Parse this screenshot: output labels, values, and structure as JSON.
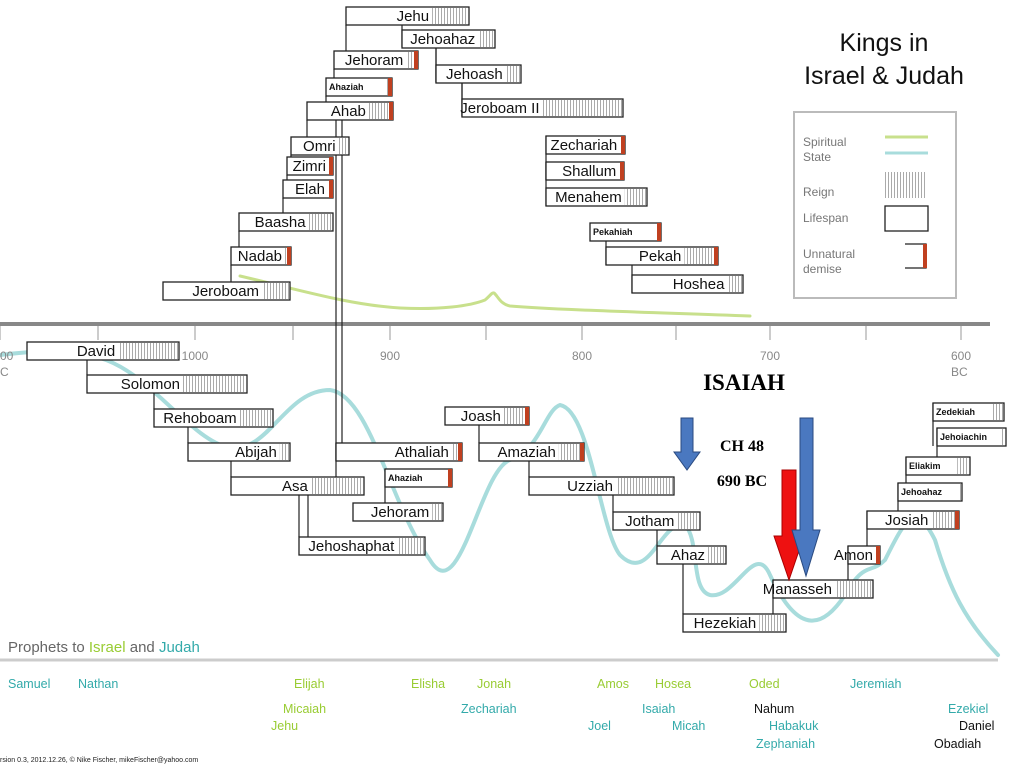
{
  "title": [
    "Kings in",
    "Israel & Judah"
  ],
  "legend": {
    "spiritual": [
      "Spiritual",
      "State"
    ],
    "reign": "Reign",
    "lifespan": "Lifespan",
    "demise": [
      "Unnatural",
      "demise"
    ]
  },
  "colors": {
    "israel_spirit": "#c8e08c",
    "judah_spirit": "#a8dcdc",
    "demise": "#c04020",
    "box_border": "#222222",
    "axis": "#888888",
    "arrow_blue": "#4a78c0",
    "arrow_red": "#ee1111",
    "israel_text": "#99cc33",
    "judah_text": "#33aaaa"
  },
  "axis": {
    "ticks": [
      {
        "label": "00",
        "sub": "C"
      },
      {
        "label": "1000",
        "sub": ""
      },
      {
        "label": "900",
        "sub": ""
      },
      {
        "label": "800",
        "sub": ""
      },
      {
        "label": "700",
        "sub": ""
      },
      {
        "label": "600",
        "sub": "BC"
      }
    ]
  },
  "annotations": {
    "isaiah": "ISAIAH",
    "chapter": "CH 48",
    "year": "690 BC"
  },
  "prophets_heading": {
    "prefix": "Prophets to ",
    "israel": "Israel",
    "and": " and ",
    "judah": "Judah"
  },
  "prophets": [
    {
      "name": "Samuel",
      "kingdom": "judah"
    },
    {
      "name": "Nathan",
      "kingdom": "judah"
    },
    {
      "name": "Elijah",
      "kingdom": "israel"
    },
    {
      "name": "Micaiah",
      "kingdom": "israel"
    },
    {
      "name": "Jehu",
      "kingdom": "israel"
    },
    {
      "name": "Elisha",
      "kingdom": "israel"
    },
    {
      "name": "Jonah",
      "kingdom": "israel"
    },
    {
      "name": "Zechariah",
      "kingdom": "judah"
    },
    {
      "name": "Amos",
      "kingdom": "israel"
    },
    {
      "name": "Hosea",
      "kingdom": "israel"
    },
    {
      "name": "Isaiah",
      "kingdom": "judah"
    },
    {
      "name": "Joel",
      "kingdom": "judah"
    },
    {
      "name": "Micah",
      "kingdom": "judah"
    },
    {
      "name": "Oded",
      "kingdom": "israel"
    },
    {
      "name": "Nahum",
      "kingdom": "other"
    },
    {
      "name": "Habakuk",
      "kingdom": "judah"
    },
    {
      "name": "Zephaniah",
      "kingdom": "judah"
    },
    {
      "name": "Jeremiah",
      "kingdom": "judah"
    },
    {
      "name": "Ezekiel",
      "kingdom": "judah"
    },
    {
      "name": "Daniel",
      "kingdom": "other"
    },
    {
      "name": "Obadiah",
      "kingdom": "other"
    }
  ],
  "footer": "rsion 0.3, 2012.12.26, © Nike Fischer, mikeFischer@yahoo.com",
  "israel_kings": [
    {
      "name": "Jeroboam",
      "demise": false
    },
    {
      "name": "Nadab",
      "demise": true
    },
    {
      "name": "Baasha",
      "demise": false
    },
    {
      "name": "Elah",
      "demise": true
    },
    {
      "name": "Zimri",
      "demise": true
    },
    {
      "name": "Omri",
      "demise": false
    },
    {
      "name": "Ahab",
      "demise": true
    },
    {
      "name": "Ahaziah",
      "demise": true
    },
    {
      "name": "Jehoram",
      "demise": true
    },
    {
      "name": "Jehu",
      "demise": false
    },
    {
      "name": "Jehoahaz",
      "demise": false
    },
    {
      "name": "Jehoash",
      "demise": false
    },
    {
      "name": "Jeroboam II",
      "demise": false
    },
    {
      "name": "Zechariah",
      "demise": true
    },
    {
      "name": "Shallum",
      "demise": true
    },
    {
      "name": "Menahem",
      "demise": false
    },
    {
      "name": "Pekahiah",
      "demise": true
    },
    {
      "name": "Pekah",
      "demise": true
    },
    {
      "name": "Hoshea",
      "demise": false
    }
  ],
  "judah_kings": [
    {
      "name": "David",
      "demise": false
    },
    {
      "name": "Solomon",
      "demise": false
    },
    {
      "name": "Rehoboam",
      "demise": false
    },
    {
      "name": "Abijah",
      "demise": false
    },
    {
      "name": "Asa",
      "demise": false
    },
    {
      "name": "Jehoshaphat",
      "demise": false
    },
    {
      "name": "Jehoram",
      "demise": false
    },
    {
      "name": "Ahaziah",
      "demise": true
    },
    {
      "name": "Athaliah",
      "demise": true
    },
    {
      "name": "Joash",
      "demise": true
    },
    {
      "name": "Amaziah",
      "demise": true
    },
    {
      "name": "Uzziah",
      "demise": false
    },
    {
      "name": "Jotham",
      "demise": false
    },
    {
      "name": "Ahaz",
      "demise": false
    },
    {
      "name": "Hezekiah",
      "demise": false
    },
    {
      "name": "Manasseh",
      "demise": false
    },
    {
      "name": "Amon",
      "demise": true
    },
    {
      "name": "Josiah",
      "demise": true
    },
    {
      "name": "Jehoahaz",
      "demise": false
    },
    {
      "name": "Eliakim",
      "demise": false
    },
    {
      "name": "Jehoiachin",
      "demise": false
    },
    {
      "name": "Zedekiah",
      "demise": false
    }
  ]
}
